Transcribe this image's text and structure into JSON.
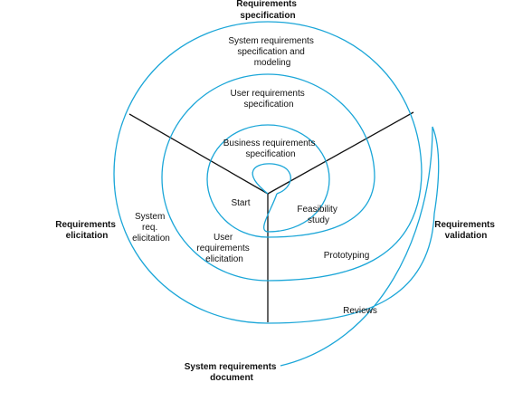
{
  "colors": {
    "spiral": "#1ba6d8",
    "axis": "#111111",
    "text": "#111111",
    "background": "#ffffff"
  },
  "sectors": {
    "top": [
      "Requirements",
      "specification"
    ],
    "left": [
      "Requirements",
      "elicitation"
    ],
    "right": [
      "Requirements",
      "validation"
    ]
  },
  "spiral_labels": {
    "outer_spec": [
      "System requirements",
      "specification and",
      "modeling"
    ],
    "middle_spec": [
      "User requirements",
      "specification"
    ],
    "inner_spec": [
      "Business requirements",
      "specification"
    ],
    "start": "Start",
    "feasibility": [
      "Feasibility",
      "study"
    ],
    "user_elicitation": [
      "User",
      "requirements",
      "elicitation"
    ],
    "system_elicitation": [
      "System",
      "req.",
      "elicitation"
    ],
    "prototyping": "Prototyping",
    "reviews": "Reviews"
  },
  "output": [
    "System requirements",
    "document"
  ]
}
